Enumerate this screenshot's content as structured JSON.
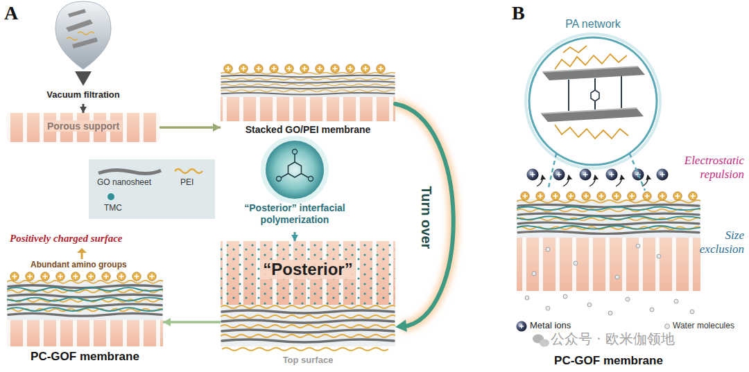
{
  "diagram": {
    "nodes": [
      {
        "text": [
          "Vacuum filtration"
        ]
      },
      {
        "text": [
          "Porous support"
        ]
      },
      {
        "text": [
          "Stacked GO/PEI membrane"
        ]
      },
      {
        "text": [
          "“Posterior” interfacial polymerization"
        ]
      },
      {
        "text": [
          "“Posterior”",
          "Top surface"
        ]
      },
      {
        "text": [
          "PC-GOF membrane"
        ]
      },
      {
        "text": [
          "PA network"
        ]
      },
      {
        "text": [
          "PC-GOF membrane"
        ]
      }
    ],
    "edges": [
      {
        "from": 0,
        "to": 1,
        "arrow": "to"
      },
      {
        "from": 1,
        "to": 2,
        "arrow": "to"
      },
      {
        "from": 2,
        "to": 4,
        "label": "Turn over",
        "arrow": "to"
      },
      {
        "from": 3,
        "to": 4,
        "arrow": "to"
      },
      {
        "from": 4,
        "to": 5,
        "arrow": "to"
      },
      {
        "from": 6,
        "to": 7,
        "arrow": "none"
      }
    ],
    "labels": [
      "A",
      "B",
      "Positively charged surface",
      "Abundant amino groups",
      "Electrostatic repulsion",
      "Size exclusion",
      "Metal ions",
      "Water molecules",
      "公众号 · 欧米伽领地"
    ],
    "legend": [
      {
        "text": "GO nanosheet"
      },
      {
        "text": "PEI"
      },
      {
        "text": "TMC"
      }
    ]
  }
}
